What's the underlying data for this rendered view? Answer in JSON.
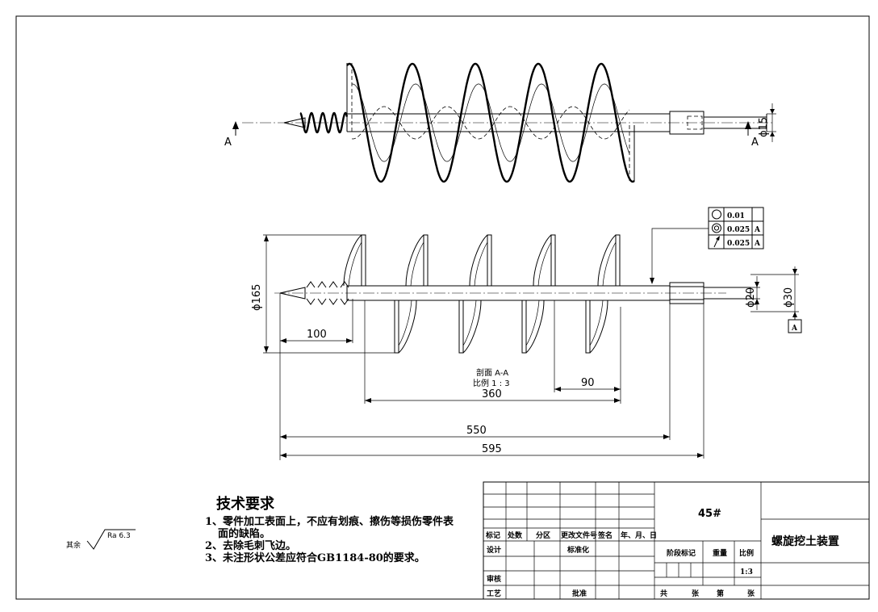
{
  "section_labels": {
    "left": "A",
    "right": "A",
    "gdt_datum": "A"
  },
  "dimensions": {
    "shaft_end_dia": "ϕ15",
    "overall_dia": "ϕ165",
    "tip_length": "100",
    "pitch": "90",
    "flight_length": "360",
    "length_a": "550",
    "length_total": "595",
    "inner_dia": "ϕ20",
    "outer_dia": "ϕ30"
  },
  "section_caption": {
    "line1": "剖面 A-A",
    "line2": "比例 1 : 3"
  },
  "gdt": [
    {
      "symbol": "circularity-icon",
      "value": "0.01",
      "datum": ""
    },
    {
      "symbol": "concentricity-icon",
      "value": "0.025",
      "datum": "A"
    },
    {
      "symbol": "runout-icon",
      "value": "0.025",
      "datum": "A"
    }
  ],
  "surface_finish": {
    "prefix": "其余",
    "value": "Ra  6.3"
  },
  "tech_requirements": {
    "title": "技术要求",
    "items": [
      "1、零件加工表面上，不应有划痕、擦伤等损伤零件表",
      "面的缺陷。",
      "2、去除毛刺飞边。",
      "3、未注形状公差应符合GB1184-80的要求。"
    ]
  },
  "title_block": {
    "material": "45#",
    "part_name": "螺旋挖土装置",
    "revision_headers": [
      "标记",
      "处数",
      "分区",
      "更改文件号",
      "签名",
      "年、月、日"
    ],
    "design": "设计",
    "standardization": "标准化",
    "review": "审核",
    "process": "工艺",
    "approve": "批准",
    "stage_mark": "阶段标记",
    "weight": "重量",
    "scale_label": "比例",
    "scale_value": "1:3",
    "total": "共",
    "sheets": "张",
    "sheet_no": "第",
    "sheets2": "张"
  }
}
